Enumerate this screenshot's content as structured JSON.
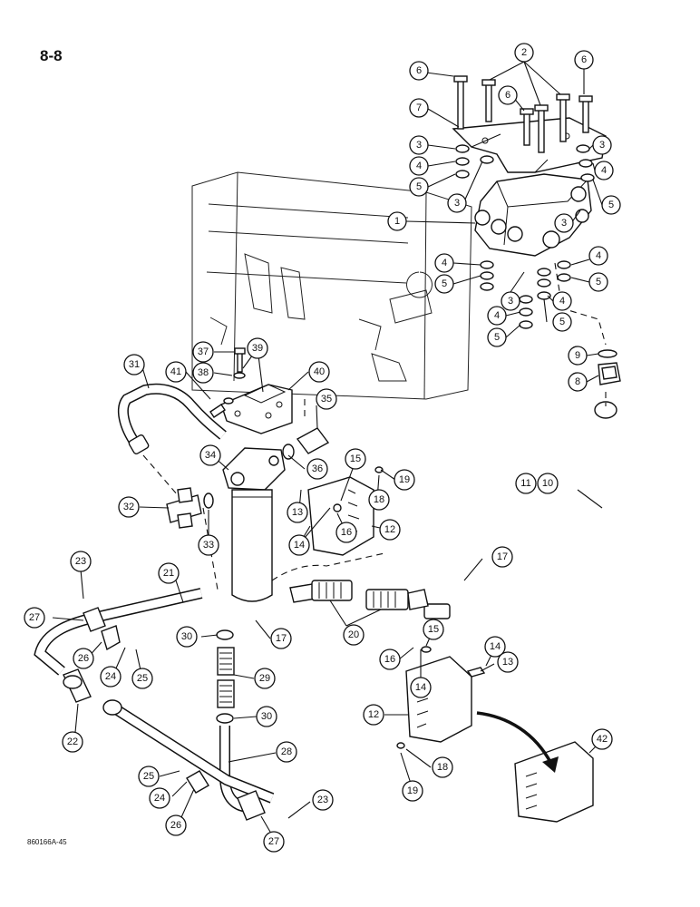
{
  "page": {
    "number": "8-8",
    "footer_code": "860166A-45"
  },
  "colors": {
    "ink": "#111111",
    "paper": "#ffffff"
  },
  "callouts": {
    "c6a": "6",
    "c2": "2",
    "c6b": "6",
    "c6c": "6",
    "c7": "7",
    "c3a": "3",
    "c4a": "4",
    "c5a": "5",
    "c3b": "3",
    "c3c": "3",
    "c4b": "4",
    "c5b": "5",
    "c3d": "3",
    "c1": "1",
    "c4c": "4",
    "c5c": "5",
    "c3e": "3",
    "c4d": "4",
    "c5d": "5",
    "c4e": "4",
    "c5e": "5",
    "c4f": "4",
    "c5f": "5",
    "c9": "9",
    "c8": "8",
    "c37": "37",
    "c38": "38",
    "c39": "39",
    "c31": "31",
    "c41": "41",
    "c40": "40",
    "c35": "35",
    "c34": "34",
    "c36": "36",
    "c15a": "15",
    "c19a": "19",
    "c18a": "18",
    "c13a": "13",
    "c16a": "16",
    "c14a": "14",
    "c12a": "12",
    "c32": "32",
    "c33": "33",
    "c11": "11",
    "c10": "10",
    "c23a": "23",
    "c21": "21",
    "c27a": "27",
    "c30a": "30",
    "c17a": "17",
    "c17b": "17",
    "c20": "20",
    "c26a": "26",
    "c24a": "24",
    "c25a": "25",
    "c29": "29",
    "c15b": "15",
    "c16b": "16",
    "c14b": "14",
    "c14c": "14",
    "c13b": "13",
    "c22": "22",
    "c30b": "30",
    "c12b": "12",
    "c42": "42",
    "c28": "28",
    "c25b": "25",
    "c24b": "24",
    "c18b": "18",
    "c19b": "19",
    "c26b": "26",
    "c23b": "23",
    "c27b": "27"
  }
}
